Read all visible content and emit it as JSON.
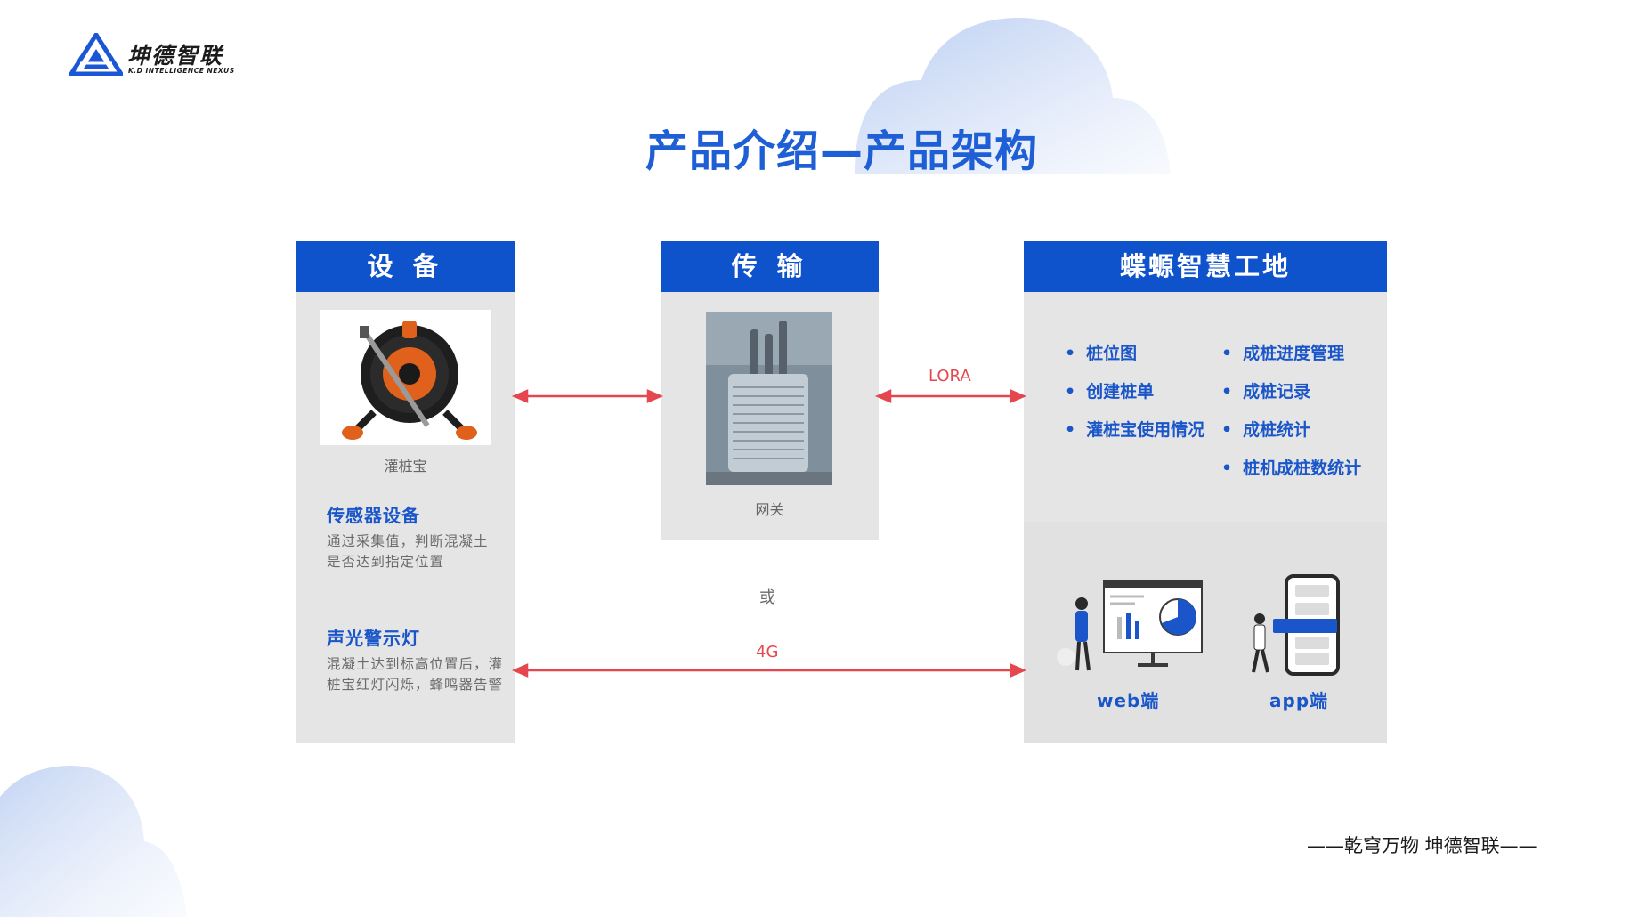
{
  "logo": {
    "name": "坤德智联",
    "tagline": "K.D INTELLIGENCE NEXUS"
  },
  "title": "产品介绍—产品架构",
  "device_panel": {
    "header": "设 备",
    "image_caption": "灌桩宝",
    "sensor": {
      "title": "传感器设备",
      "desc": "通过采集值，判断混凝土是否达到指定位置"
    },
    "alarm": {
      "title": "声光警示灯",
      "desc": "混凝土达到标高位置后，灌桩宝红灯闪烁，蜂鸣器告警"
    }
  },
  "transport_panel": {
    "header": "传 输",
    "image_caption": "网关"
  },
  "platform_panel": {
    "header": "蝶螈智慧工地",
    "features_left": [
      "桩位图",
      "创建桩单",
      "灌桩宝使用情况"
    ],
    "features_right": [
      "成桩进度管理",
      "成桩记录",
      "成桩统计",
      "桩机成桩数统计"
    ],
    "clients": {
      "web": "web端",
      "app": "app端"
    }
  },
  "links": {
    "lora": "LORA",
    "or": "或",
    "fourg": "4G"
  },
  "slogan": "——乾穹万物 坤德智联——",
  "colors": {
    "primary": "#0e52cc",
    "accent_text": "#1a56c9",
    "arrow": "#e5474e",
    "panel_bg": "#e5e5e5"
  }
}
